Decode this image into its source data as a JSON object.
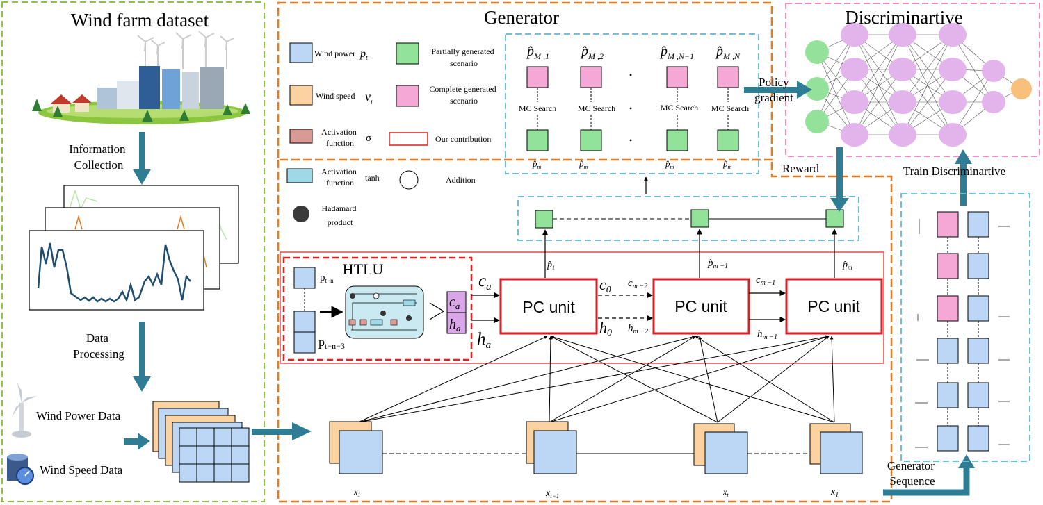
{
  "panels": {
    "dataset_title": "Wind farm dataset",
    "generator_title": "Generator",
    "discriminator_title": "Discriminartive"
  },
  "dataset": {
    "step1_line1": "Information",
    "step1_line2": "Collection",
    "step2_line1": "Data",
    "step2_line2": "Processing",
    "wind_power_data": "Wind Power Data",
    "wind_speed_data": "Wind Speed Data"
  },
  "legend": {
    "wind_power": "Wind power",
    "wind_power_sym": "p",
    "wind_power_sub": "t",
    "wind_speed": "Wind speed",
    "wind_speed_sym": "v",
    "wind_speed_sub": "t",
    "act1_line1": "Activation",
    "act1_line2": "function",
    "act1_sym": "σ",
    "act2_line1": "Activation",
    "act2_line2": "function",
    "act2_sym": "tanh",
    "hadamard_line1": "Hadamard",
    "hadamard_line2": "product",
    "partial_line1": "Partially generated",
    "partial_line2": "scenario",
    "complete_line1": "Complete generated",
    "complete_line2": "scenario",
    "contribution": "Our contribution",
    "addition": "Addition"
  },
  "mc_search": {
    "label": "MC Search",
    "top_labels": [
      {
        "base": "p̂",
        "sub": "M ,1"
      },
      {
        "base": "p̂",
        "sub": "M ,2"
      },
      {
        "base": "p̂",
        "sub": "M ,N−1"
      },
      {
        "base": "p̂",
        "sub": "M ,N"
      }
    ],
    "bottom_label": {
      "base": "p̂",
      "sub": "m"
    },
    "dot": "•"
  },
  "htlu": {
    "title": "HTLU",
    "input_top": {
      "base": "p",
      "sub": "t−n"
    },
    "input_bottom": {
      "base": "p",
      "sub": "t−n−3"
    },
    "out_c": {
      "base": "c",
      "sub": "a"
    },
    "out_h": {
      "base": "h",
      "sub": "a"
    }
  },
  "pc_units": {
    "label": "PC unit",
    "ca": {
      "base": "c",
      "sub": "a"
    },
    "ha": {
      "base": "h",
      "sub": "a"
    },
    "c0": {
      "base": "c",
      "sub": "0"
    },
    "h0": {
      "base": "h",
      "sub": "0"
    },
    "cm2": {
      "base": "c",
      "sub": "m −2"
    },
    "hm2": {
      "base": "h",
      "sub": "m −2"
    },
    "cm1": {
      "base": "c",
      "sub": "m −1"
    },
    "hm1": {
      "base": "h",
      "sub": "m −1"
    },
    "out1": {
      "base": "p̂",
      "sub": "1"
    },
    "out2": {
      "base": "p̂",
      "sub": "m −1"
    },
    "out3": {
      "base": "p̂",
      "sub": "m"
    }
  },
  "inputs": {
    "x1": {
      "base": "x",
      "sub": "1"
    },
    "x2": {
      "base": "x",
      "sub": "t−1"
    },
    "x3": {
      "base": "x",
      "sub": "t"
    },
    "x4": {
      "base": "x",
      "sub": "T"
    }
  },
  "flows": {
    "policy_line1": "Policy",
    "policy_line2": "gradient",
    "reward": "Reward",
    "train_disc": "Train Discriminartive",
    "gen_seq_line1": "Generator",
    "gen_seq_line2": "Sequence"
  },
  "colors": {
    "dataset_border": "#8cc63f",
    "generator_border": "#e07b22",
    "discriminator_border": "#f08cc0",
    "mc_border": "#6cc0d8",
    "htlu_border": "#e0221f",
    "contribution_border": "#e0221f",
    "blue_fill": "#bcd7f5",
    "orange_fill": "#fcd3a0",
    "green_fill": "#92e29a",
    "pink_fill": "#f5a8d6",
    "red_fill": "#d89a94",
    "teal_fill": "#9fd8e6",
    "violet_fill": "#e3b3ec",
    "input_node": "#94e29a",
    "output_node": "#f8c07a",
    "arrow_teal": "#2f7d94"
  }
}
